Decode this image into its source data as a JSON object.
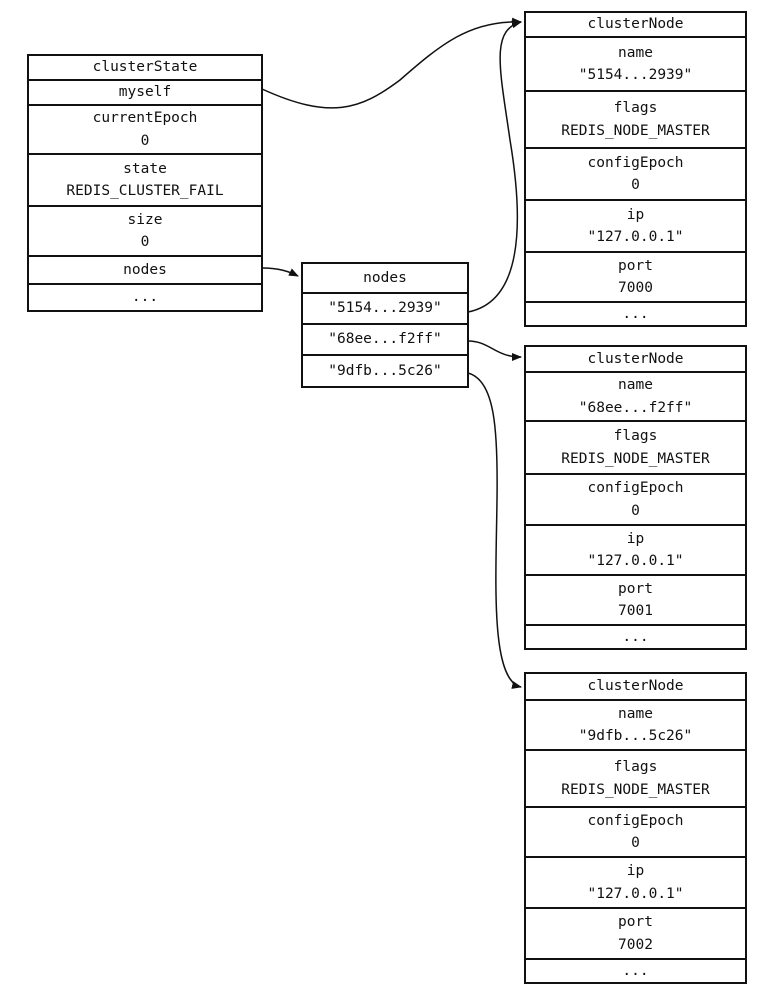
{
  "clusterState": {
    "title": "clusterState",
    "myself": "myself",
    "currentEpoch_label": "currentEpoch",
    "currentEpoch_value": "0",
    "state_label": "state",
    "state_value": "REDIS_CLUSTER_FAIL",
    "size_label": "size",
    "size_value": "0",
    "nodes": "nodes",
    "more": "..."
  },
  "nodesDict": {
    "title": "nodes",
    "keys": [
      "\"5154...2939\"",
      "\"68ee...f2ff\"",
      "\"9dfb...5c26\""
    ]
  },
  "clusterNodes": [
    {
      "title": "clusterNode",
      "name_label": "name",
      "name_value": "\"5154...2939\"",
      "flags_label": "flags",
      "flags_value": "REDIS_NODE_MASTER",
      "configEpoch_label": "configEpoch",
      "configEpoch_value": "0",
      "ip_label": "ip",
      "ip_value": "\"127.0.0.1\"",
      "port_label": "port",
      "port_value": "7000",
      "more": "..."
    },
    {
      "title": "clusterNode",
      "name_label": "name",
      "name_value": "\"68ee...f2ff\"",
      "flags_label": "flags",
      "flags_value": "REDIS_NODE_MASTER",
      "configEpoch_label": "configEpoch",
      "configEpoch_value": "0",
      "ip_label": "ip",
      "ip_value": "\"127.0.0.1\"",
      "port_label": "port",
      "port_value": "7001",
      "more": "..."
    },
    {
      "title": "clusterNode",
      "name_label": "name",
      "name_value": "\"9dfb...5c26\"",
      "flags_label": "flags",
      "flags_value": "REDIS_NODE_MASTER",
      "configEpoch_label": "configEpoch",
      "configEpoch_value": "0",
      "ip_label": "ip",
      "ip_value": "\"127.0.0.1\"",
      "port_label": "port",
      "port_value": "7002",
      "more": "..."
    }
  ],
  "colors": {
    "line": "#111111",
    "background": "#ffffff"
  }
}
